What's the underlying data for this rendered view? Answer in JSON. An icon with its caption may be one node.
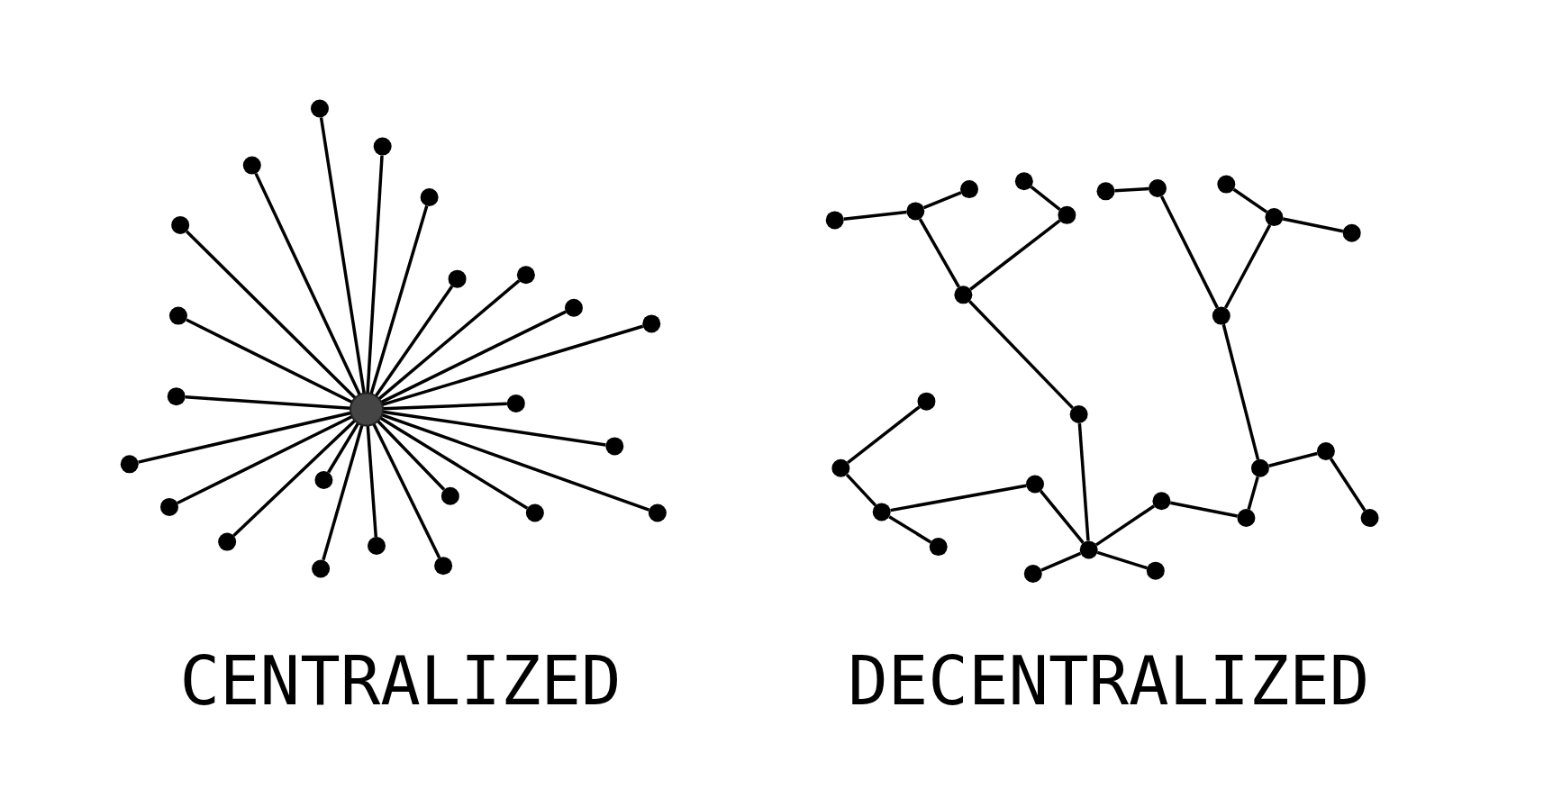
{
  "diagram": {
    "nodes": [
      {
        "text": [],
        "shape": "circle"
      },
      {
        "text": [],
        "shape": "circle"
      },
      {
        "text": [],
        "shape": "circle"
      },
      {
        "text": [],
        "shape": "circle"
      },
      {
        "text": [],
        "shape": "circle"
      },
      {
        "text": [],
        "shape": "circle"
      },
      {
        "text": [],
        "shape": "circle"
      },
      {
        "text": [],
        "shape": "circle"
      },
      {
        "text": [],
        "shape": "circle"
      },
      {
        "text": [],
        "shape": "circle"
      },
      {
        "text": [],
        "shape": "circle"
      },
      {
        "text": [],
        "shape": "circle"
      },
      {
        "text": [],
        "shape": "circle"
      },
      {
        "text": [],
        "shape": "circle"
      },
      {
        "text": [],
        "shape": "circle"
      },
      {
        "text": [],
        "shape": "circle"
      },
      {
        "text": [],
        "shape": "circle"
      },
      {
        "text": [],
        "shape": "circle"
      },
      {
        "text": [],
        "shape": "circle"
      },
      {
        "text": [],
        "shape": "circle"
      },
      {
        "text": [],
        "shape": "circle"
      },
      {
        "text": [],
        "shape": "circle"
      },
      {
        "text": [],
        "shape": "circle"
      },
      {
        "text": [],
        "shape": "circle"
      },
      {
        "text": [],
        "shape": "circle"
      },
      {
        "text": [],
        "shape": "circle"
      },
      {
        "text": [],
        "shape": "circle"
      },
      {
        "text": [],
        "shape": "circle"
      },
      {
        "text": [],
        "shape": "circle"
      },
      {
        "text": [],
        "shape": "circle"
      },
      {
        "text": [],
        "shape": "circle"
      },
      {
        "text": [],
        "shape": "circle"
      },
      {
        "text": [],
        "shape": "circle"
      },
      {
        "text": [],
        "shape": "circle"
      },
      {
        "text": [],
        "shape": "circle"
      },
      {
        "text": [],
        "shape": "circle"
      },
      {
        "text": [],
        "shape": "circle"
      },
      {
        "text": [],
        "shape": "circle"
      },
      {
        "text": [],
        "shape": "circle"
      },
      {
        "text": [],
        "shape": "circle"
      },
      {
        "text": [],
        "shape": "circle"
      },
      {
        "text": [],
        "shape": "circle"
      },
      {
        "text": [],
        "shape": "circle"
      },
      {
        "text": [],
        "shape": "circle"
      },
      {
        "text": [],
        "shape": "circle"
      },
      {
        "text": [],
        "shape": "circle"
      },
      {
        "text": [],
        "shape": "circle"
      },
      {
        "text": [],
        "shape": "circle"
      },
      {
        "text": [],
        "shape": "circle"
      },
      {
        "text": [],
        "shape": "circle"
      }
    ],
    "edges": [
      {
        "from": 0,
        "to": 1,
        "arrow": "none"
      },
      {
        "from": 0,
        "to": 2,
        "arrow": "none"
      },
      {
        "from": 0,
        "to": 3,
        "arrow": "none"
      },
      {
        "from": 0,
        "to": 4,
        "arrow": "none"
      },
      {
        "from": 0,
        "to": 5,
        "arrow": "none"
      },
      {
        "from": 0,
        "to": 6,
        "arrow": "none"
      },
      {
        "from": 0,
        "to": 7,
        "arrow": "none"
      },
      {
        "from": 0,
        "to": 8,
        "arrow": "none"
      },
      {
        "from": 0,
        "to": 9,
        "arrow": "none"
      },
      {
        "from": 0,
        "to": 10,
        "arrow": "none"
      },
      {
        "from": 0,
        "to": 11,
        "arrow": "none"
      },
      {
        "from": 0,
        "to": 12,
        "arrow": "none"
      },
      {
        "from": 0,
        "to": 13,
        "arrow": "none"
      },
      {
        "from": 0,
        "to": 14,
        "arrow": "none"
      },
      {
        "from": 0,
        "to": 15,
        "arrow": "none"
      },
      {
        "from": 0,
        "to": 16,
        "arrow": "none"
      },
      {
        "from": 0,
        "to": 17,
        "arrow": "none"
      },
      {
        "from": 0,
        "to": 18,
        "arrow": "none"
      },
      {
        "from": 0,
        "to": 19,
        "arrow": "none"
      },
      {
        "from": 0,
        "to": 20,
        "arrow": "none"
      },
      {
        "from": 0,
        "to": 21,
        "arrow": "none"
      },
      {
        "from": 0,
        "to": 22,
        "arrow": "none"
      },
      {
        "from": 0,
        "to": 23,
        "arrow": "none"
      },
      {
        "from": 24,
        "to": 25,
        "arrow": "none"
      },
      {
        "from": 25,
        "to": 26,
        "arrow": "none"
      },
      {
        "from": 25,
        "to": 29,
        "arrow": "none"
      },
      {
        "from": 27,
        "to": 28,
        "arrow": "none"
      },
      {
        "from": 28,
        "to": 29,
        "arrow": "none"
      },
      {
        "from": 29,
        "to": 30,
        "arrow": "none"
      },
      {
        "from": 30,
        "to": 42,
        "arrow": "none"
      },
      {
        "from": 31,
        "to": 32,
        "arrow": "none"
      },
      {
        "from": 32,
        "to": 36,
        "arrow": "none"
      },
      {
        "from": 33,
        "to": 34,
        "arrow": "none"
      },
      {
        "from": 34,
        "to": 35,
        "arrow": "none"
      },
      {
        "from": 34,
        "to": 36,
        "arrow": "none"
      },
      {
        "from": 36,
        "to": 47,
        "arrow": "none"
      },
      {
        "from": 37,
        "to": 38,
        "arrow": "none"
      },
      {
        "from": 38,
        "to": 39,
        "arrow": "none"
      },
      {
        "from": 39,
        "to": 40,
        "arrow": "none"
      },
      {
        "from": 39,
        "to": 41,
        "arrow": "none"
      },
      {
        "from": 41,
        "to": 42,
        "arrow": "none"
      },
      {
        "from": 42,
        "to": 43,
        "arrow": "none"
      },
      {
        "from": 42,
        "to": 44,
        "arrow": "none"
      },
      {
        "from": 42,
        "to": 45,
        "arrow": "none"
      },
      {
        "from": 45,
        "to": 46,
        "arrow": "none"
      },
      {
        "from": 46,
        "to": 47,
        "arrow": "none"
      },
      {
        "from": 47,
        "to": 48,
        "arrow": "none"
      },
      {
        "from": 48,
        "to": 49,
        "arrow": "none"
      }
    ],
    "labels": [
      "CENTRALIZED",
      "DECENTRALIZED"
    ]
  }
}
